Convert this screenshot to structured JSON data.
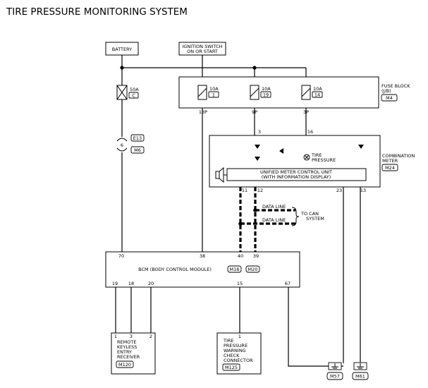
{
  "title": "TIRE PRESSURE MONITORING SYSTEM",
  "battery": "BATTERY",
  "ignition": {
    "line1": "IGNITION SWITCH",
    "line2": "ON OR START"
  },
  "fusible_link": {
    "rating": "50A",
    "id": "C"
  },
  "fuse_block": {
    "line1": "FUSE BLOCK",
    "line2": "(J/B)",
    "connector": "M4",
    "fuses": [
      {
        "rating": "10A",
        "number": "1",
        "terminal": "13P"
      },
      {
        "rating": "10A",
        "number": "19",
        "terminal": "9P"
      },
      {
        "rating": "10A",
        "number": "14",
        "terminal": "3P"
      }
    ]
  },
  "harness_connector": {
    "upper": "E13",
    "lower": "M6",
    "pin": "6"
  },
  "combination_meter": {
    "line1": "COMBINATION",
    "line2": "METER",
    "connector": "M24",
    "unit_line1": "UNIFIED METER CONTROL UNIT",
    "unit_line2": "(WITH INFORMATION DISPLAY)",
    "warning_line1": "TIRE",
    "warning_line2": "PRESSURE",
    "pins": {
      "in1": "3",
      "in2": "16",
      "p11": "11",
      "p12": "12",
      "p23": "23",
      "p13": "13"
    }
  },
  "data_lines": {
    "line1": "DATA LINE",
    "line2": "DATA LINE",
    "system_line1": "TO CAN",
    "system_line2": "SYSTEM"
  },
  "bcm": {
    "label": "BCM (BODY CONTROL MODULE)",
    "conn1": "M18",
    "conn2": "M20",
    "top_pins": {
      "p70": "70",
      "p38": "38",
      "p40": "40",
      "p39": "39"
    },
    "bottom_pins": {
      "p19": "19",
      "p18": "18",
      "p20": "20",
      "p15": "15",
      "p67": "67"
    }
  },
  "remote_receiver": {
    "line1": "REMOTE",
    "line2": "KEYLESS",
    "line3": "ENTRY",
    "line4": "RECEIVER",
    "connector": "M120",
    "pins": {
      "p1": "1",
      "p3": "3",
      "p2": "2"
    }
  },
  "check_connector": {
    "line1": "TIRE",
    "line2": "PRESSURE",
    "line3": "WARNING",
    "line4": "CHECK",
    "line5": "CONNECTOR",
    "connector": "M125",
    "pin": "1"
  },
  "grounds": {
    "g1": "M57",
    "g2": "M61"
  }
}
